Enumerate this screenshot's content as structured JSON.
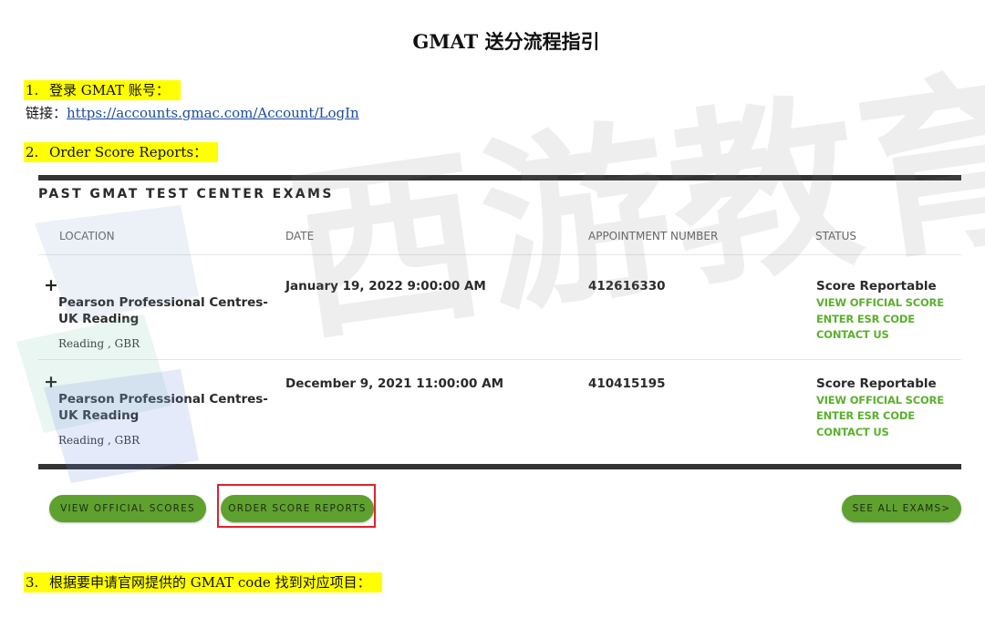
{
  "document": {
    "title": "GMAT 送分流程指引",
    "step1": {
      "num": "1.",
      "text": "登录 GMAT 账号："
    },
    "link": {
      "label": "链接：",
      "url": "https://accounts.gmac.com/Account/LogIn"
    },
    "step2": {
      "num": "2.",
      "text": "Order Score Reports："
    },
    "step3": {
      "num": "3.",
      "text": "根据要申请官网提供的 GMAT code 找到对应项目："
    }
  },
  "watermark": {
    "text": "西游教育"
  },
  "exams_panel": {
    "title": "PAST GMAT TEST CENTER EXAMS",
    "columns": [
      "LOCATION",
      "DATE",
      "APPOINTMENT NUMBER",
      "STATUS"
    ],
    "rows": [
      {
        "expand": "+",
        "location": "Pearson Professional Centres-UK Reading",
        "city": "Reading , GBR",
        "date": "January 19, 2022 9:00:00 AM",
        "appointment": "412616330",
        "status": "Score Reportable",
        "links": [
          "VIEW OFFICIAL SCORE",
          "ENTER ESR CODE",
          "CONTACT US"
        ]
      },
      {
        "expand": "+",
        "location": "Pearson Professional Centres-UK Reading",
        "city": "Reading , GBR",
        "date": "December 9, 2021 11:00:00 AM",
        "appointment": "410415195",
        "status": "Score Reportable",
        "links": [
          "VIEW OFFICIAL SCORE",
          "ENTER ESR CODE",
          "CONTACT US"
        ]
      }
    ],
    "buttons": {
      "view_official": "VIEW OFFICIAL SCORES",
      "order_reports": "ORDER SCORE REPORTS",
      "see_all": "SEE ALL EXAMS>"
    }
  },
  "colors": {
    "highlight": "#ffff00",
    "button_green": "#5ea12e",
    "link_green": "#5bb02d",
    "annotation_red": "#e0222b",
    "divider": "#333333"
  }
}
